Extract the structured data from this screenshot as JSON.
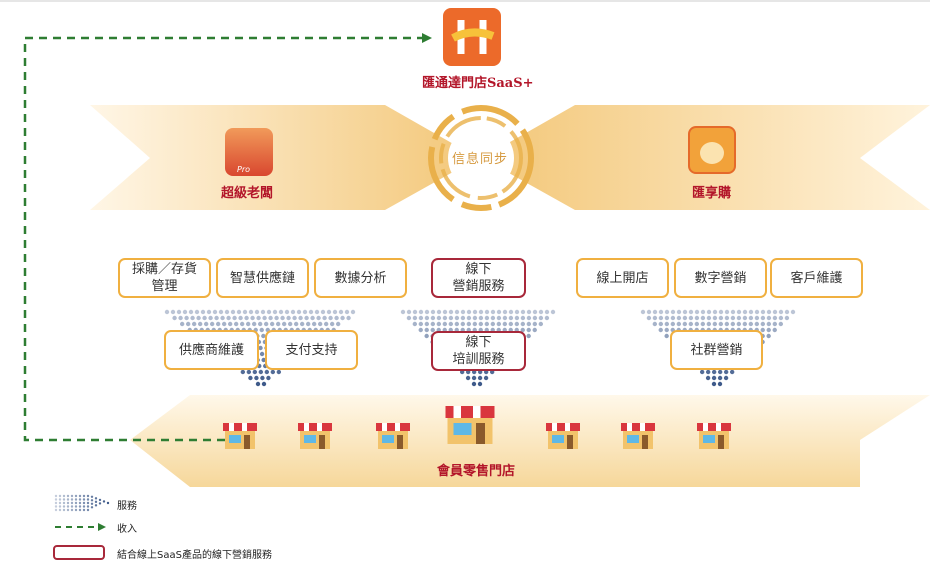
{
  "top_app": {
    "name": "匯通達門店SaaS+",
    "icon": "h-logo-icon"
  },
  "left_app": {
    "name": "超級老闆",
    "icon": "boss-mascot-icon",
    "badge": "Pro"
  },
  "right_app": {
    "name": "匯享購",
    "icon": "bee-mascot-icon"
  },
  "center": {
    "label": "信息同步"
  },
  "services": {
    "group1_top": [
      "採購／存貨\n管理",
      "智慧供應鏈",
      "數據分析"
    ],
    "group1_bottom": [
      "供應商維護",
      "支付支持"
    ],
    "group2": [
      "線下\n營銷服務",
      "線下\n培訓服務"
    ],
    "group3_top": [
      "線上開店",
      "數字營銷",
      "客戶維護"
    ],
    "group3_bottom": [
      "社群營銷"
    ]
  },
  "stores": {
    "label": "會員零售門店",
    "count": 7
  },
  "legend": {
    "service": "服務",
    "income": "收入",
    "offline": "結合線上SaaS產品的線下營銷服務"
  },
  "colors": {
    "orange": "#f0b040",
    "red": "#a8283a",
    "green": "#2e7d32",
    "dot": "#3e5a8a",
    "band": "#f3cd84"
  }
}
